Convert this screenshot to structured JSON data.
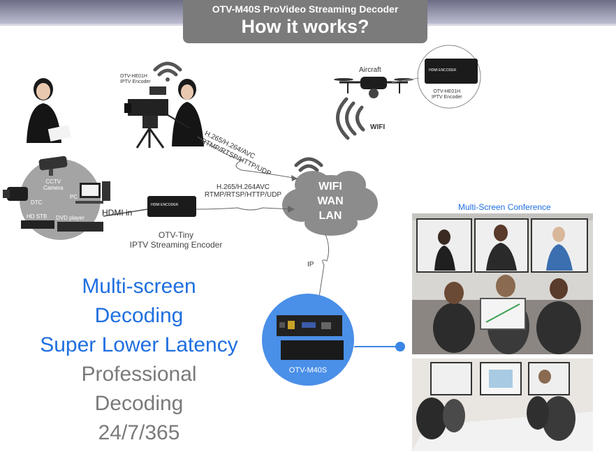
{
  "header": {
    "subtitle": "OTV-M40S ProVideo Streaming Decoder",
    "title": "How it works?"
  },
  "labels": {
    "encoder_top": [
      "OTV-HE01H",
      "IPTV Encoder"
    ],
    "aircraft": "Aircraft",
    "wifi": "WIFI",
    "encoder_drone": [
      "OTV-HE01H",
      "IPTV Encoder"
    ],
    "device_box_text": "HDMI ENCODER",
    "sources": [
      "CCTV",
      "Camera",
      "PC",
      "DTC",
      "HD STB",
      "DVD player"
    ],
    "hdmi_in": "HDMI in",
    "tiny_name": "OTV-Tiny",
    "tiny_desc": "IPTV Streaming Encoder",
    "protocol_a1": "H.265/H.264/AVC",
    "protocol_a2": "RTMP/RTSP/HTTP/UDP",
    "protocol_b1": "H.265/H.264AVC",
    "protocol_b2": "RTMP/RTSP/HTTP/UDP",
    "cloud": [
      "WIFI",
      "WAN",
      "LAN"
    ],
    "ip": "IP",
    "decoder": "OTV-M40S",
    "conference": "Multi-Screen Conference"
  },
  "features_blue": [
    "Multi-screen",
    "Decoding",
    "Super Lower Latency"
  ],
  "features_grey": [
    "Professional",
    "Decoding",
    "24/7/365"
  ],
  "colors": {
    "accent_blue": "#1f6fe0",
    "decoder_circle": "#4a8fe8",
    "title_box": "#7b7b7b",
    "cloud_grey": "#8c8c8c"
  }
}
